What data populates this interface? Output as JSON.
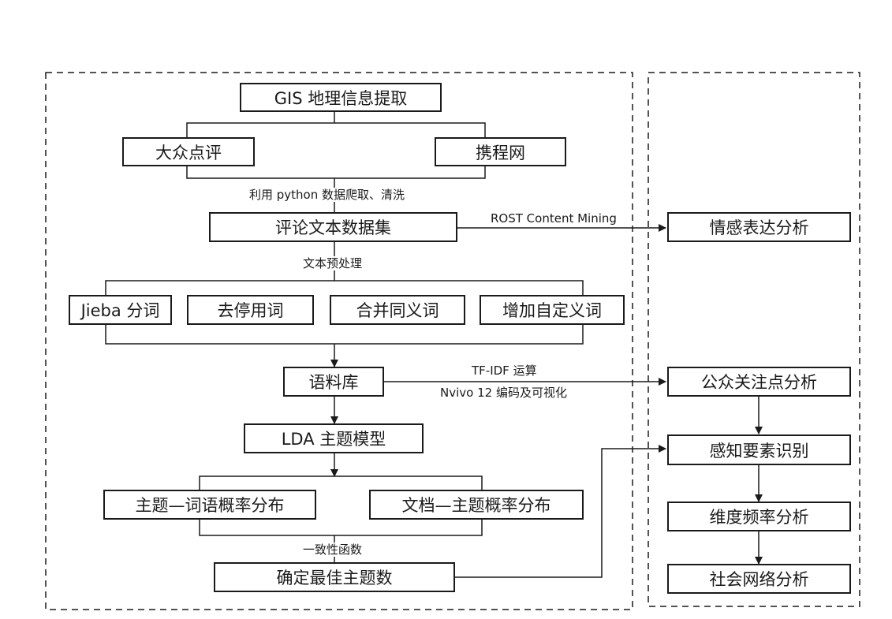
{
  "boxes": {
    "gis": "GIS 地理信息提取",
    "dianping": "大众点评",
    "ctrip": "携程网",
    "review_dataset": "评论文本数据集",
    "jieba": "Jieba 分词",
    "stopwords": "去停用词",
    "synonyms": "合并同义词",
    "custom_words": "增加自定义词",
    "corpus": "语料库",
    "lda": "LDA 主题模型",
    "topic_word": "主题—词语概率分布",
    "doc_topic": "文档—主题概率分布",
    "best_topics": "确定最佳主题数",
    "sentiment": "情感表达分析",
    "public_focus": "公众关注点分析",
    "perception": "感知要素识别",
    "dimension": "维度频率分析",
    "social_network": "社会网络分析"
  },
  "labels": {
    "crawl": "利用 python 数据爬取、清洗",
    "rost": "ROST Content Mining",
    "preprocess": "文本预处理",
    "tfidf": "TF-IDF 运算",
    "nvivo": "Nvivo 12 编码及可视化",
    "coherence": "一致性函数"
  }
}
